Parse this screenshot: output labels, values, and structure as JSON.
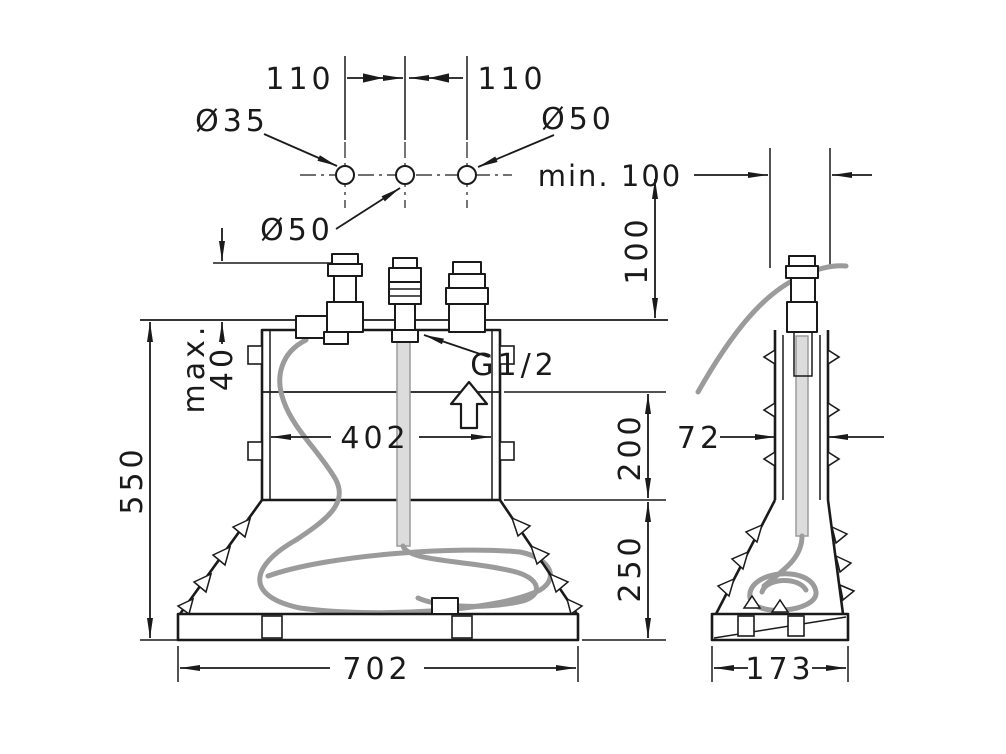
{
  "colors": {
    "line": "#1a1a1a",
    "hose": "#9b9b9b",
    "background": "#ffffff"
  },
  "top_view": {
    "dim_left_spacing": "110",
    "dim_right_spacing": "110",
    "dia_left_hole": "Ø35",
    "dia_center_hole": "Ø50",
    "dia_right_hole": "Ø50",
    "dim_min_clearance": "min. 100"
  },
  "front_view": {
    "dim_height_above_deck": "100",
    "dim_max_deck": [
      "max.",
      "40"
    ],
    "dim_total_height": "550",
    "dim_inner_width": "402",
    "thread_label": "G1/2",
    "dim_upper_section": "200",
    "dim_lower_section": "250",
    "dim_base_width": "702"
  },
  "side_view": {
    "dim_body_depth": "72",
    "dim_base_depth": "173"
  }
}
